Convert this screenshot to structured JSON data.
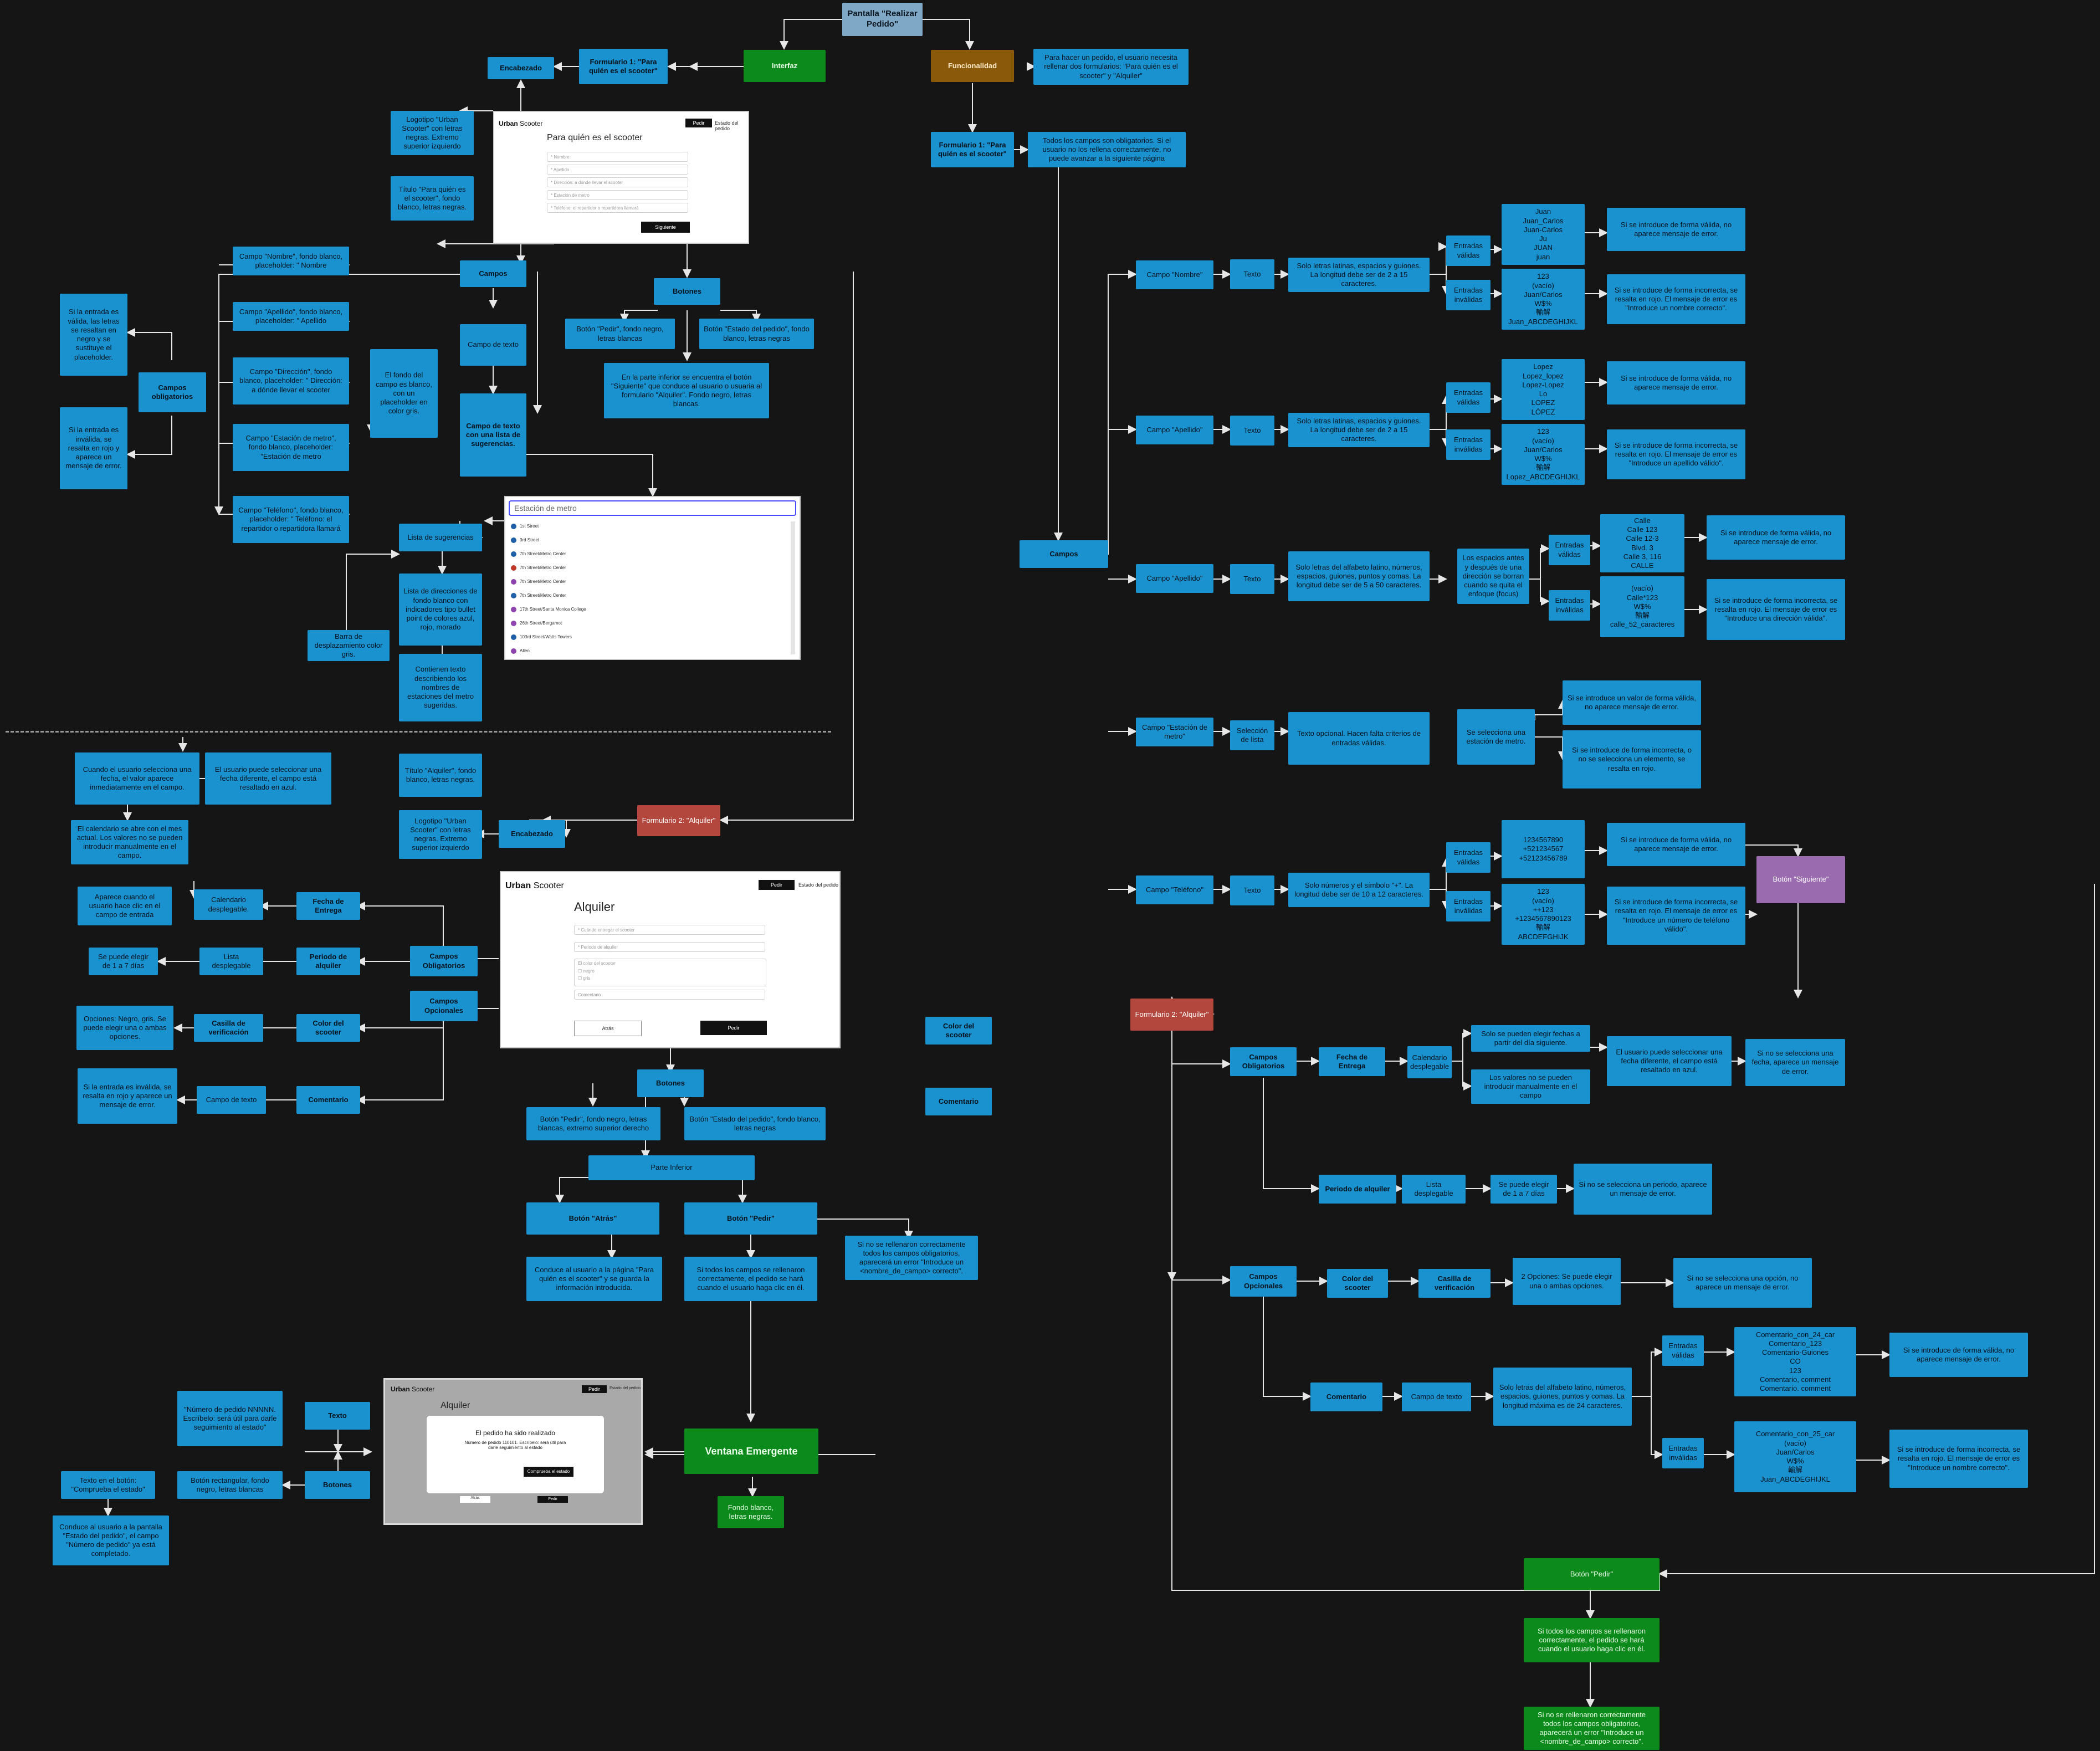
{
  "colors": {
    "blue": "#1b92d0",
    "green": "#0d8a1c",
    "orange": "#8a5a0a",
    "red": "#b3473e",
    "purple": "#9b6bb0",
    "background": "#151515"
  },
  "nodes": {
    "root": "Pantalla \"Realizar Pedido\"",
    "interfaz": "Interfaz",
    "funcionalidad": "Funcionalidad",
    "funcionalidad_desc": "Para hacer un pedido, el usuario necesita rellenar dos formularios: \"Para quién es el scooter\" y \"Alquiler\"",
    "form1_left": "Formulario 1: \"Para quién es el scooter\"",
    "encabezado1": "Encabezado",
    "logo1": "Logotipo \"Urban Scooter\" con letras negras. Extremo superior izquierdo",
    "titulo1": "Título \"Para quién es el scooter\", fondo blanco, letras negras.",
    "campos1": "Campos",
    "botones1": "Botones",
    "campo_nombre_ui": "Campo \"Nombre\", fondo blanco, placeholder: \" Nombre",
    "campo_apellido_ui": "Campo \"Apellido\", fondo blanco, placeholder: \" Apellido",
    "campo_direccion_ui": "Campo \"Dirección\", fondo blanco, placeholder: \" Dirección: a dónde llevar el scooter",
    "campo_estacion_ui": "Campo \"Estación de metro\", fondo blanco, placeholder: \"Estación de metro",
    "campo_telefono_ui": "Campo \"Teléfono\", fondo blanco, placeholder: \" Teléfono: el repartidor o repartidora llamará",
    "campos_obligatorios1": "Campos obligatorios",
    "valida_desc": "Si la entrada es válida, las letras se resaltan en negro y se sustituye el placeholder.",
    "invalida_desc": "Si la entrada es inválida, se resalta en rojo y aparece un mensaje de error.",
    "fondo_campo": "El fondo del campo es blanco, con un placeholder en color gris.",
    "campo_texto1": "Campo de texto",
    "campo_sugerencias": "Campo de texto con una lista de sugerencias.",
    "boton_pedir1": "Botón \"Pedir\", fondo negro, letras blancas",
    "boton_estado1": "Botón \"Estado del pedido\", fondo blanco, letras negras",
    "siguiente_desc": "En la parte inferior se encuentra el botón \"Siguiente\" que conduce al usuario o usuaria al formulario \"Alquiler\". Fondo negro, letras blancas.",
    "lista_sugerencias": "Lista de sugerencias",
    "lista_desc": "Lista de direcciones de fondo blanco con indicadores tipo bullet point de colores azul, rojo, morado",
    "barra_desplaz": "Barra de desplazamiento color gris.",
    "contienen_texto": "Contienen texto describiendo los nombres de estaciones del metro sugeridas.",
    "form2_left": "Formulario 2: \"Alquiler\"",
    "encabezado2": "Encabezado",
    "titulo2": "Título \"Alquiler\", fondo blanco, letras negras.",
    "logo2": "Logotipo \"Urban Scooter\" con letras negras. Extremo superior izquierdo",
    "calendario_mes": "Cuando el usuario selecciona una fecha, el valor aparece inmediatamente en el campo.",
    "fecha_diferente": "El usuario puede seleccionar una fecha diferente, el campo está resaltado en azul.",
    "calendario_abre": "El calendario se abre con el mes actual. Los valores no se pueden introducir manualmente en el campo.",
    "aparece_calendario": "Aparece cuando el usuario hace clic en el campo de entrada",
    "calendario_desplegable": "Calendario desplegable.",
    "fecha_entrega": "Fecha de Entrega",
    "elegir_dias": "Se puede elegir de 1 a 7 días",
    "lista_desplegable": "Lista desplegable",
    "periodo_alquiler": "Periodo de alquiler",
    "campos_obligatorios2": "Campos Obligatorios",
    "campos_opcionales2": "Campos Opcionales",
    "opciones_color": "Opciones: Negro, gris. Se puede elegir una o ambas opciones.",
    "casilla_verificacion": "Casilla de verificación",
    "color_scooter": "Color del scooter",
    "invalida_comentario": "Si la entrada es inválida, se resalta en rojo y aparece un mensaje de error.",
    "campo_texto2": "Campo de texto",
    "comentario": "Comentario",
    "color_scooter_b": "Color del scooter",
    "comentario_b": "Comentario",
    "botones2": "Botones",
    "boton_pedir2": "Botón \"Pedir\", fondo negro, letras blancas, extremo superior derecho",
    "boton_estado2": "Botón \"Estado del pedido\", fondo blanco, letras negras",
    "parte_inferior": "Parte Inferior",
    "boton_atras": "Botón \"Atrás\"",
    "boton_pedir_inf": "Botón \"Pedir\"",
    "atras_desc": "Conduce al usuario a la página \"Para quién es el scooter\" y se guarda la información introducida.",
    "pedir_desc": "Si todos los campos se rellenaron correctamente, el pedido se hará cuando el usuario haga clic en él.",
    "error_desc": "Si no se rellenaron correctamente todos los campos obligatorios, aparecerá un error \"Introduce un <nombre_de_campo> correcto\".",
    "ventana_emergente": "Ventana Emergente",
    "fondo_blanco": "Fondo blanco, letras negras.",
    "texto_popup": "Texto",
    "numero_pedido": "\"Número de pedido NNNNN. Escríbelo: será útil para darle seguimiento al estado\"",
    "botones_popup": "Botones",
    "boton_rectangular": "Botón rectangular, fondo negro, letras blancas",
    "texto_boton": "Texto en el botón: \"Comprueba el estado\"",
    "conduce_estado": "Conduce al usuario a la pantalla \"Estado del pedido\", el campo \"Número de pedido\" ya está completado.",
    "form1_right": "Formulario 1: \"Para quién es el scooter\"",
    "obligatorios_desc": "Todos los campos son obligatorios. Si el usuario no los rellena correctamente, no puede avanzar a la siguiente página",
    "campos_right": "Campos",
    "r_campo_nombre": "Campo \"Nombre\"",
    "r_campo_apellido": "Campo \"Apellido\"",
    "r_campo_apellido2": "Campo \"Apellido\"",
    "r_campo_estacion": "Campo \"Estación de metro\"",
    "r_campo_telefono": "Campo \"Teléfono\"",
    "texto": "Texto",
    "seleccion_lista": "Selección de lista",
    "regla_nombre": "Solo letras latinas, espacios y guiones. La longitud debe ser de 2 a 15 caracteres.",
    "regla_apellido": "Solo letras latinas, espacios y guiones. La longitud debe ser de 2 a 15 caracteres.",
    "regla_direccion": "Solo letras del alfabeto latino, números, espacios, guiones, puntos y comas. La longitud debe ser de 5 a 50 caracteres.",
    "regla_estacion": "Texto opcional. Hacen falta criterios de entradas válidas.",
    "regla_telefono": "Solo números y el símbolo \"+\". La longitud debe ser de 10 a 12 caracteres.",
    "espacios_desc": "Los espacios antes y después de una dirección se borran cuando se quita el enfoque (focus)",
    "selecciona_estacion": "Se selecciona una estación de metro.",
    "entradas_validas": "Entradas válidas",
    "entradas_invalidas": "Entradas inválidas",
    "nombre_validas": "Juan\nJuan_Carlos\nJuan-Carlos\nJu\nJUAN\njuan",
    "nombre_invalidas": "123\n(vacío)\nJuan/Carlos\nW$%\n輸解\nJuan_ABCDEGHIJKL",
    "apellido_validas": "Lopez\nLopez_lopez\nLopez-Lopez\nLo\nLOPEZ\nLÓPEZ",
    "apellido_invalidas": "123\n(vacío)\nJuan/Carlos\nW$%\n輸解\nLopez_ABCDEGHIJKL",
    "direccion_validas": "Calle\nCalle 123\nCalle 12-3\nBlvd. 3\nCalle 3, 116\nCALLE",
    "direccion_invalidas": "(vacío)\nCalle*123\nW$%\n輸解\ncalle_52_caracteres",
    "telefono_validas": "1234567890\n+521234567\n+52123456789",
    "telefono_invalidas": "123\n(vacío)\n++123\n+1234567890123\n輸解\nABCDEFGHIJK",
    "msg_valido": "Si se introduce de forma válida, no aparece mensaje de error.",
    "msg_nombre_inv": "Si se introduce de forma incorrecta, se resalta en rojo. El mensaje de error es \"Introduce un nombre correcto\".",
    "msg_apellido_inv": "Si se introduce de forma incorrecta, se resalta en rojo. El mensaje de error es \"Introduce un apellido válido\".",
    "msg_direccion_inv": "Si se introduce de forma incorrecta, se resalta en rojo. El mensaje de error es \"Introduce una dirección válida\".",
    "msg_estacion_val": "Si se introduce un valor de forma válida, no aparece mensaje de error.",
    "msg_estacion_inv": "Si se introduce de forma incorrecta, o no se selecciona un elemento, se resalta en rojo.",
    "msg_telefono_inv": "Si se introduce de forma incorrecta, se resalta en rojo. El mensaje de error es \"Introduce un número de teléfono válido\".",
    "boton_siguiente": "Botón \"Siguiente\"",
    "form2_right": "Formulario 2: \"Alquiler\"",
    "r_campos_obligatorios": "Campos Obligatorios",
    "r_fecha_entrega": "Fecha de Entrega",
    "r_calendario": "Calendario desplegable",
    "r_fechas_desc": "Solo se pueden elegir fechas a partir del día siguiente.",
    "r_valores_desc": "Los valores no se pueden introducir manualmente en el campo",
    "r_fecha_diferente": "El usuario puede seleccionar una fecha diferente, el campo está resaltado en azul.",
    "r_no_fecha": "Si no se selecciona una fecha, aparece un mensaje de error.",
    "r_periodo": "Periodo de alquiler",
    "r_lista_desplegable": "Lista desplegable",
    "r_elegir_dias": "Se puede elegir de 1 a 7 días",
    "r_no_periodo": "Si no se selecciona un periodo, aparece un mensaje de error.",
    "r_campos_opcionales": "Campos Opcionales",
    "r_color_scooter": "Color del scooter",
    "r_casilla": "Casilla de verificación",
    "r_dos_opciones": "2 Opciones: Se puede elegir una o ambas opciones.",
    "r_no_opcion": "Si no se selecciona una opción, no aparece un mensaje de error.",
    "r_comentario": "Comentario",
    "r_campo_texto": "Campo de texto",
    "r_regla_comentario": "Solo letras del alfabeto latino, números, espacios, guiones, puntos y comas. La longitud máxima es de 24 caracteres.",
    "comentario_validas": "Comentario_con_24_car\nComentario_123\nComentario-Guiones\nCO\n123\nComentario, comment\nComentario. comment",
    "comentario_invalidas": "Comentario_con_25_car\n(vacío)\nJuan/Carlos\nW$%\n輸解\nJuan_ABCDEGHIJKL",
    "msg_comentario_inv": "Si se introduce de forma incorrecta, se resalta en rojo. El mensaje de error es \"Introduce un nombre correcto\".",
    "r_boton_pedir": "Botón \"Pedir\"",
    "r_pedir_desc": "Si todos los campos se rellenaron correctamente, el pedido se hará cuando el usuario haga clic en él.",
    "r_error_desc": "Si no se rellenaron correctamente todos los campos obligatorios, aparecerá un error \"Introduce un <nombre_de_campo> correcto\"."
  },
  "mock1": {
    "logo_a": "Urban",
    "logo_b": "Scooter",
    "pedir": "Pedir",
    "estado": "Estado del pedido",
    "title": "Para quién es el scooter",
    "fields": [
      "* Nombre",
      "* Apellido",
      "* Dirección: a dónde llevar el scooter",
      "* Estación de metro",
      "* Teléfono: el repartidor o repartidora llamará"
    ],
    "next": "Siguiente"
  },
  "mock_list": {
    "search": "Estación de metro",
    "items": [
      {
        "label": "1st Street",
        "color": "#1f5fa8"
      },
      {
        "label": "3rd Street",
        "color": "#1f5fa8"
      },
      {
        "label": "7th Street/Metro Center",
        "color": "#1f5fa8"
      },
      {
        "label": "7th Street/Metro Center",
        "color": "#c0392b"
      },
      {
        "label": "7th Street/Metro Center",
        "color": "#8e44ad"
      },
      {
        "label": "7th Street/Metro Center",
        "color": "#1f5fa8"
      },
      {
        "label": "17th Street/Santa Monica College",
        "color": "#8e44ad"
      },
      {
        "label": "26th Street/Bergamot",
        "color": "#8e44ad"
      },
      {
        "label": "103rd Street/Watts Towers",
        "color": "#1f5fa8"
      },
      {
        "label": "Allen",
        "color": "#8e44ad"
      }
    ]
  },
  "mock2": {
    "logo_a": "Urban",
    "logo_b": "Scooter",
    "pedir": "Pedir",
    "estado": "Estado del pedido",
    "title": "Alquiler",
    "fields": [
      "* Cuándo entregar el scooter",
      "* Periodo de alquiler"
    ],
    "color_label": "El color del scooter",
    "color_opts": [
      "negro",
      "gris"
    ],
    "comment": "Comentario",
    "back": "Atrás",
    "order": "Pedir"
  },
  "mock3": {
    "logo_a": "Urban",
    "logo_b": "Scooter",
    "pedir": "Pedir",
    "estado": "Estado del pedido",
    "title": "Alquiler",
    "modal_title": "El pedido ha sido realizado",
    "modal_text": "Número de pedido 110101. Escríbelo: será útil para darle seguimiento al estado",
    "modal_btn": "Comprueba el estado",
    "back": "Atrás",
    "order": "Pedir"
  }
}
